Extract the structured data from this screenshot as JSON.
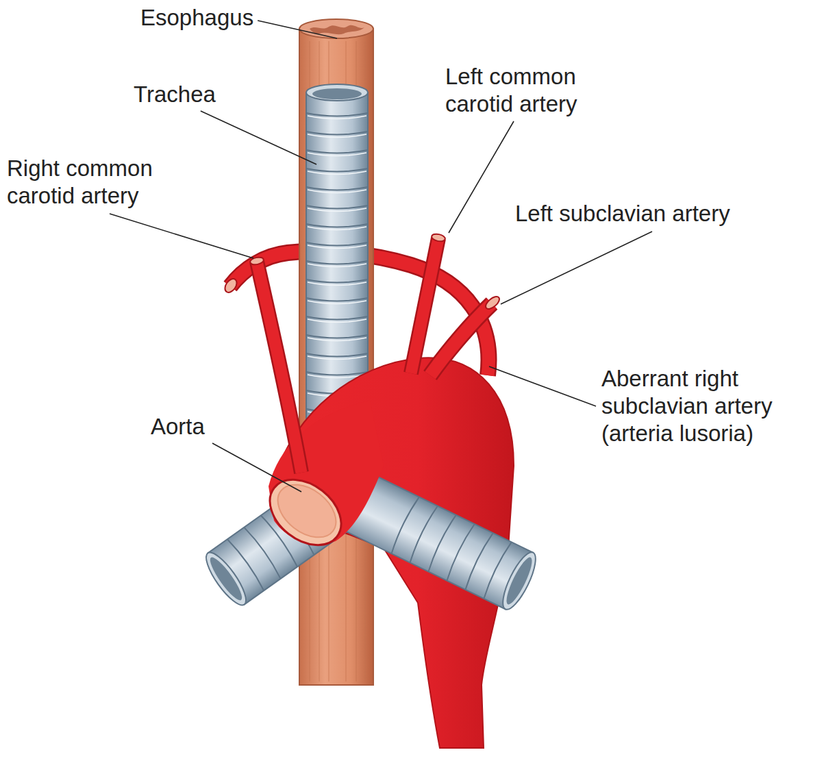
{
  "diagram": {
    "labels": [
      "Esophagus",
      "Trachea",
      "Left common carotid artery",
      "Right common carotid artery",
      "Left subclavian artery",
      "Aorta",
      "Aberrant right subclavian artery (arteria lusoria)"
    ]
  }
}
